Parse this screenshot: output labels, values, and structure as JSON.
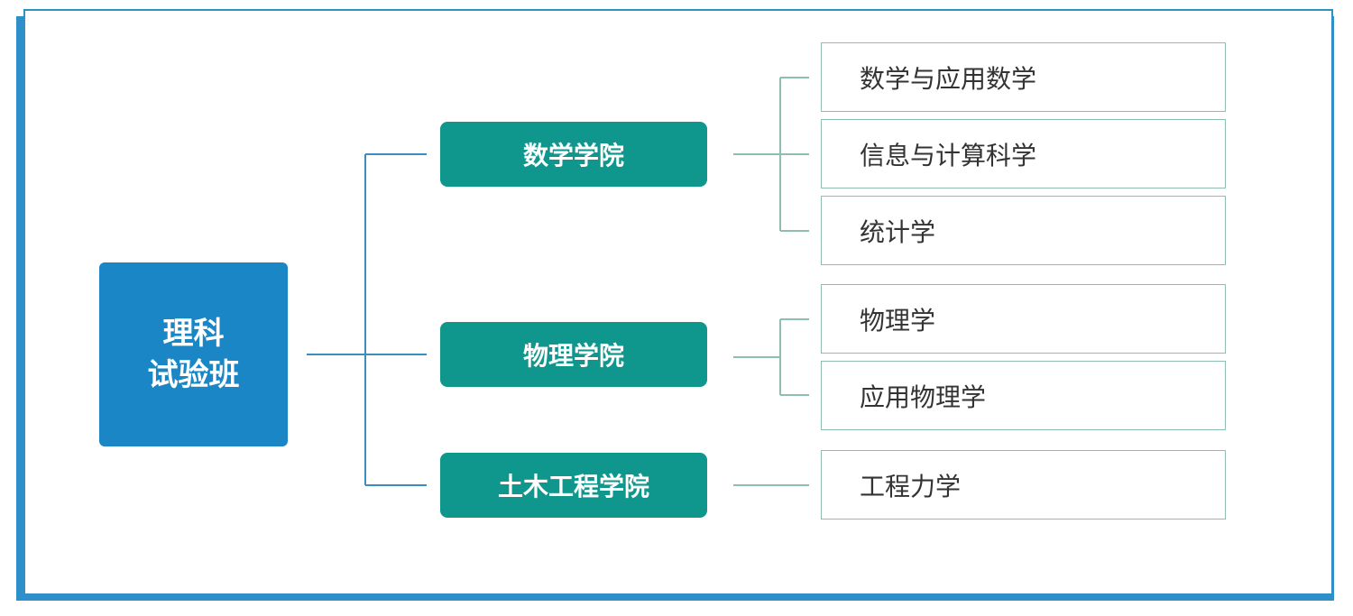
{
  "diagram": {
    "root": {
      "line1": "理科",
      "line2": "试验班"
    },
    "schools": [
      {
        "name": "数学学院",
        "majors": [
          "数学与应用数学",
          "信息与计算科学",
          "统计学"
        ]
      },
      {
        "name": "物理学院",
        "majors": [
          "物理学",
          "应用物理学"
        ]
      },
      {
        "name": "土木工程学院",
        "majors": [
          "工程力学"
        ]
      }
    ]
  },
  "colors": {
    "frame": "#2f8fc9",
    "root_box": "#1a86c6",
    "school_box": "#0f978e",
    "connector_main": "#1a86c6",
    "connector_teal": "#8fbdb2"
  }
}
